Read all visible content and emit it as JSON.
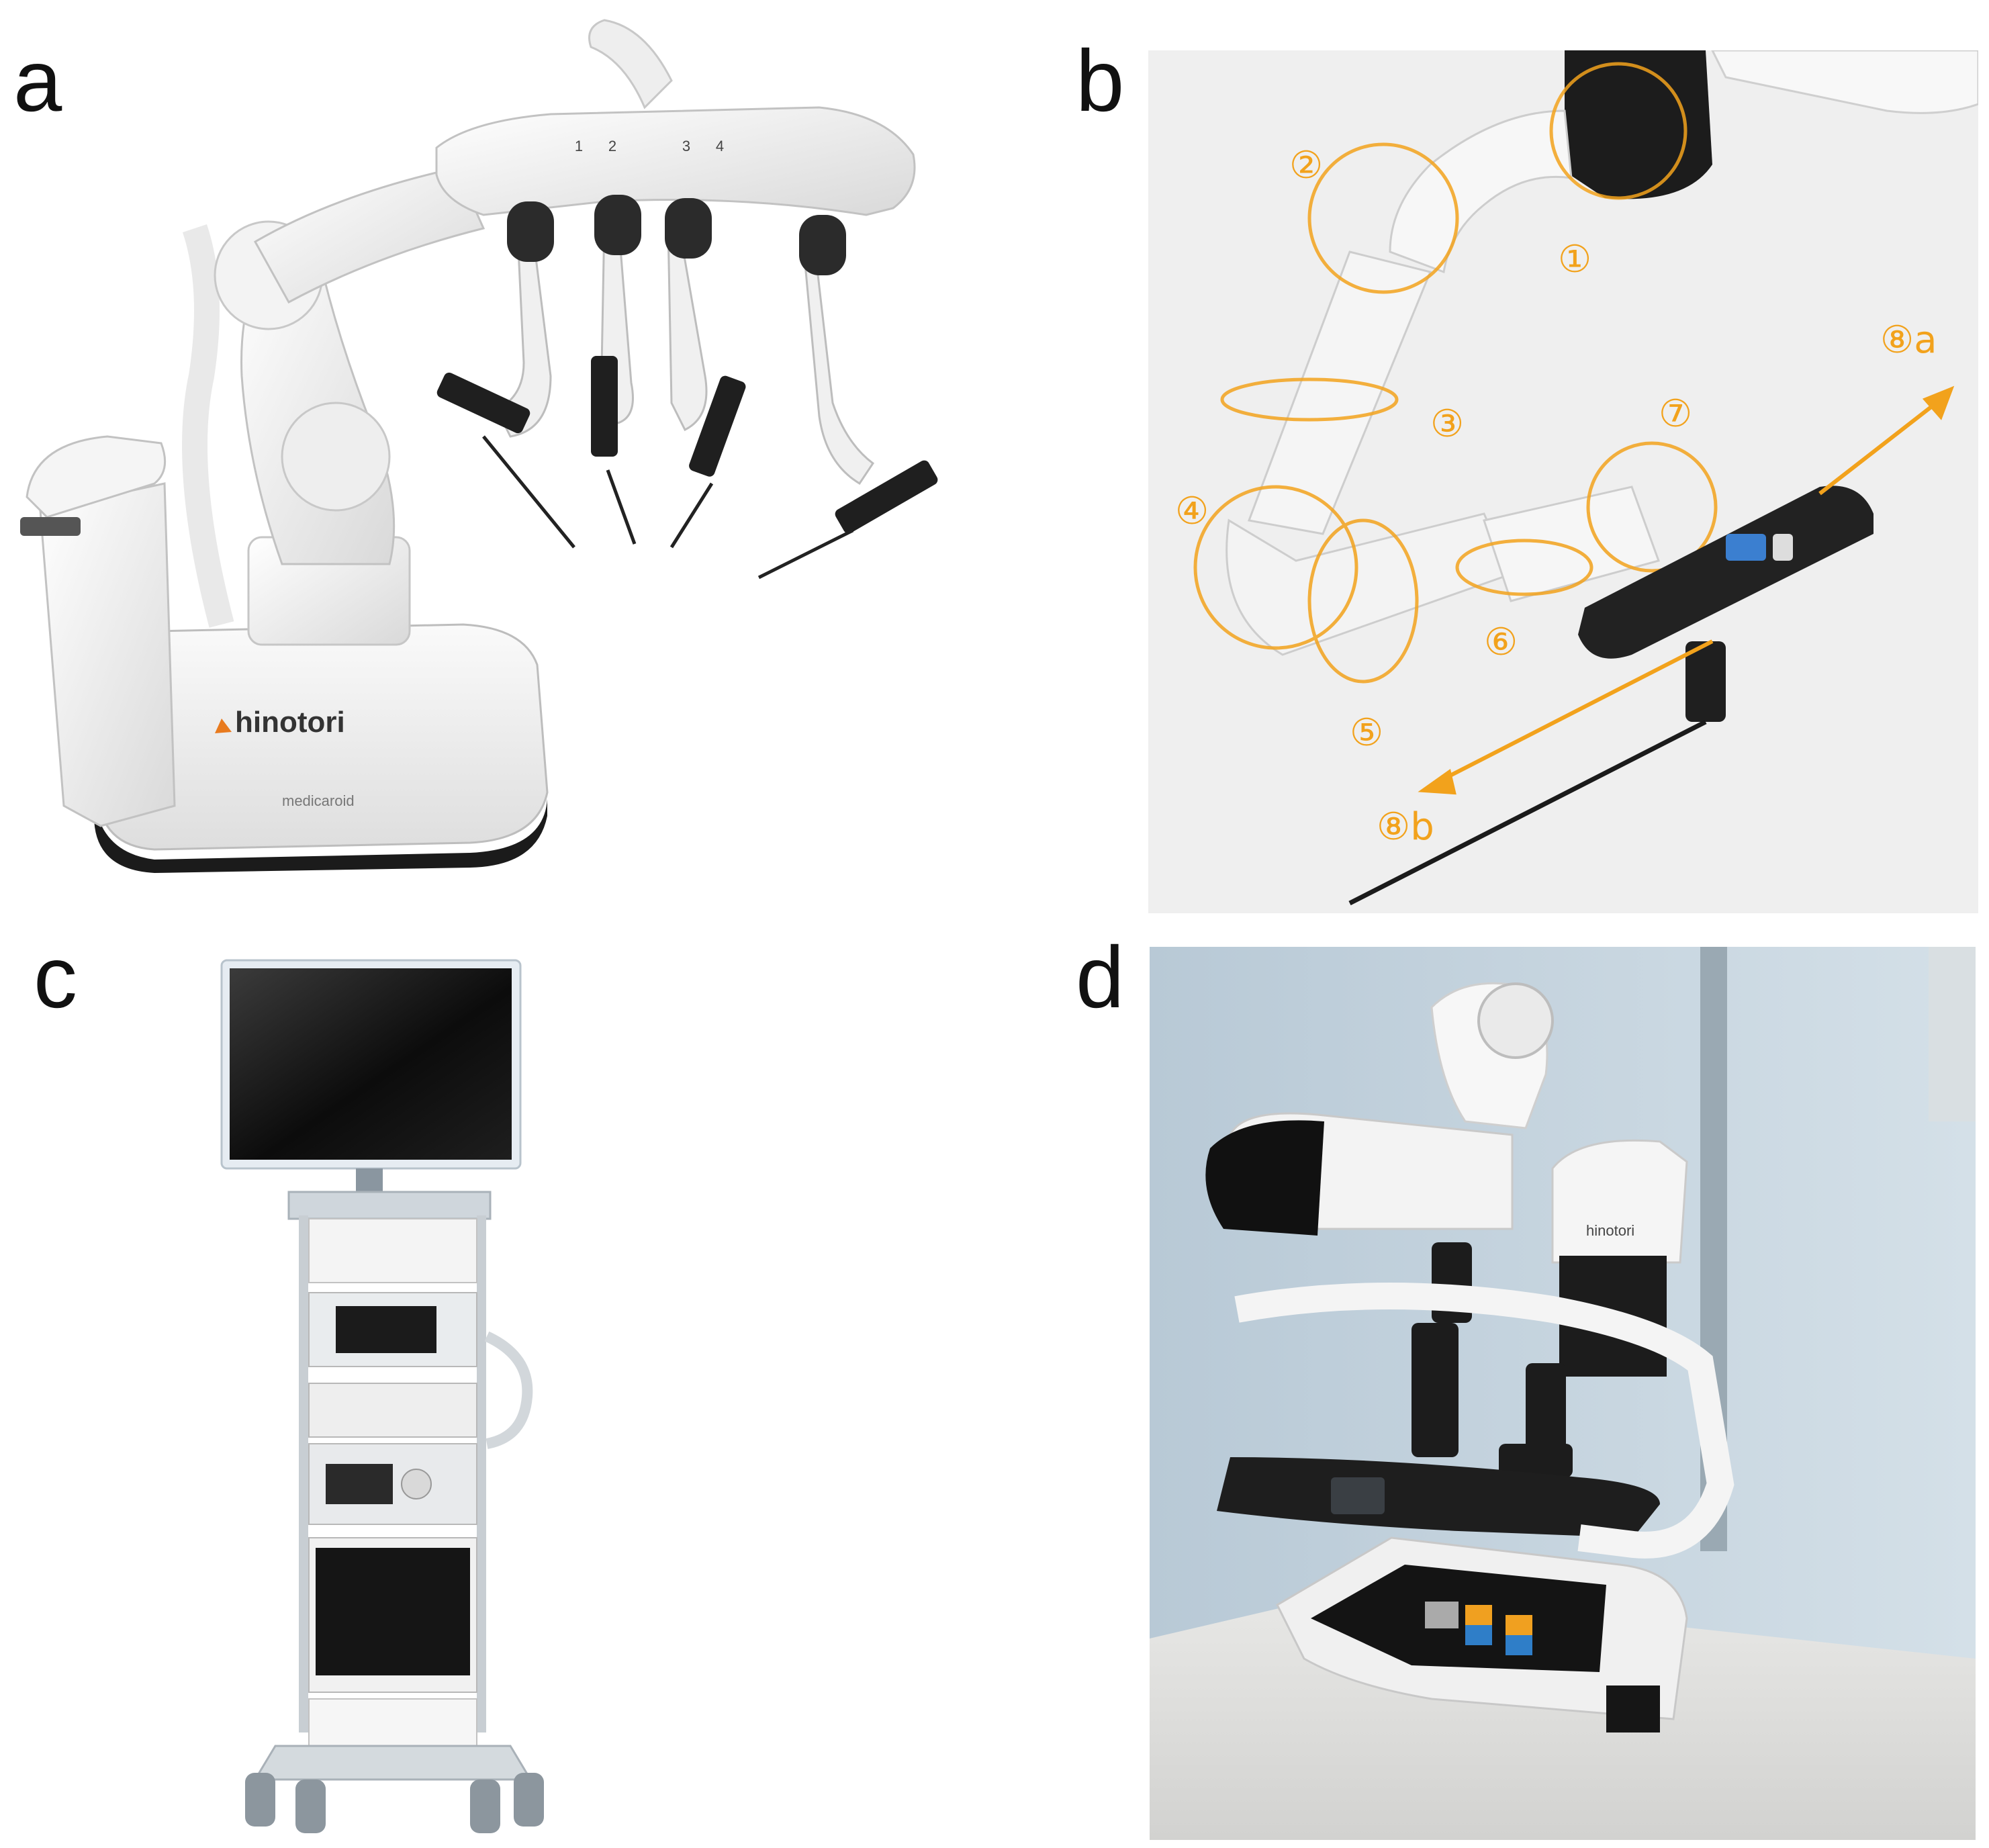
{
  "panels": {
    "a": {
      "letter": "a",
      "brand": "hinotori",
      "maker": "medicaroid",
      "arm_numbers": [
        "1",
        "2",
        "3",
        "4"
      ]
    },
    "b": {
      "letter": "b",
      "joint_labels": [
        "①",
        "②",
        "③",
        "④",
        "⑤",
        "⑥",
        "⑦",
        "⑧a",
        "⑧b"
      ]
    },
    "c": {
      "letter": "c"
    },
    "d": {
      "letter": "d",
      "brand": "hinotori"
    }
  },
  "colors": {
    "callout": "#f2a21c",
    "robot_white": "#f2f2f2",
    "robot_dark": "#2a2a2a",
    "panel_bg_b": "#efefef",
    "panel_bg_d": "#c7d6e0"
  }
}
